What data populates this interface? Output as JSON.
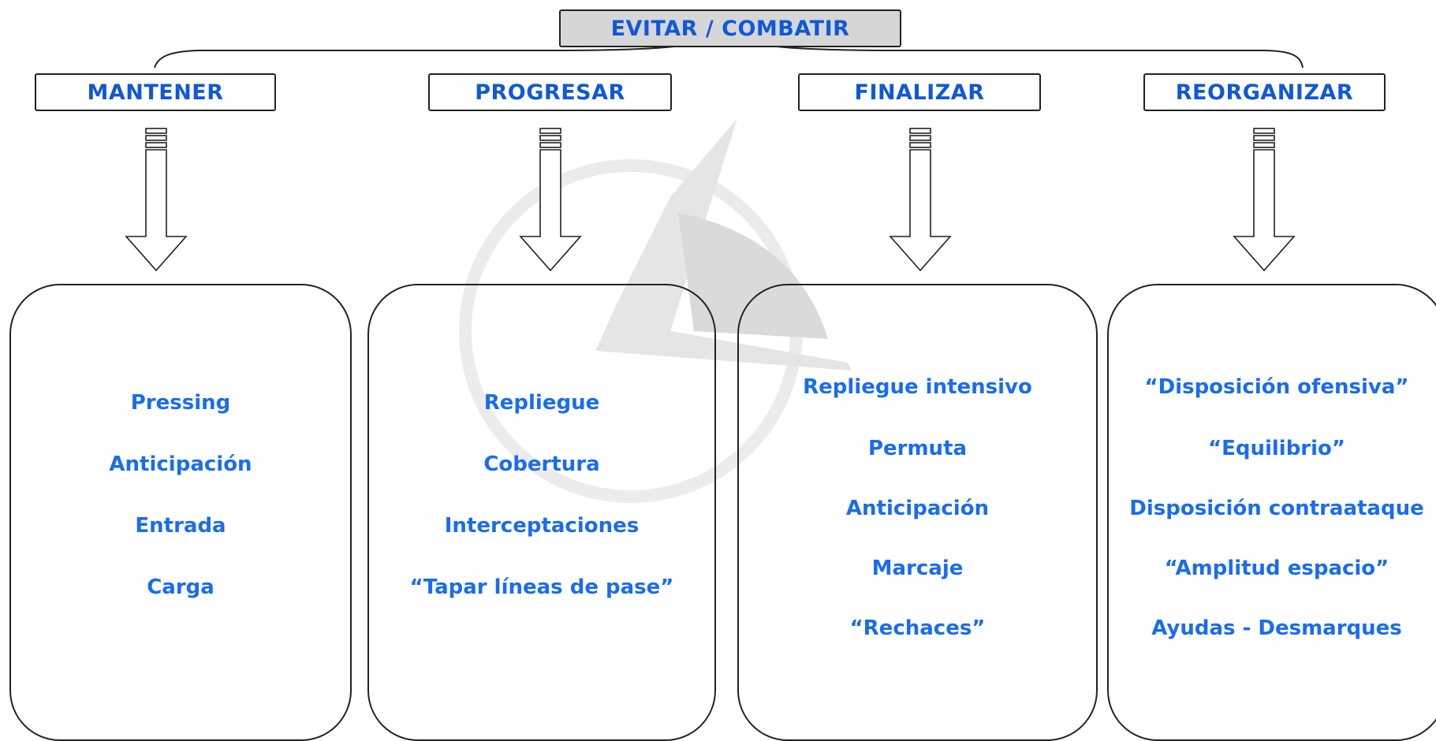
{
  "root": {
    "label": "EVITAR / COMBATIR"
  },
  "categories": [
    {
      "label": "MANTENER"
    },
    {
      "label": "PROGRESAR"
    },
    {
      "label": "FINALIZAR"
    },
    {
      "label": "REORGANIZAR"
    }
  ],
  "panels": [
    {
      "items": [
        "Pressing",
        "Anticipación",
        "Entrada",
        "Carga"
      ]
    },
    {
      "items": [
        "Repliegue",
        "Cobertura",
        "Interceptaciones",
        "“Tapar líneas de pase”"
      ]
    },
    {
      "items": [
        "Repliegue intensivo",
        "Permuta",
        "Anticipación",
        "Marcaje",
        "“Rechaces”"
      ]
    },
    {
      "items": [
        "“Disposición ofensiva”",
        "“Equilibrio”",
        "Disposición contraataque",
        "“Amplitud espacio”",
        "Ayudas - Desmarques"
      ]
    }
  ],
  "colors": {
    "text_blue": "#1a6cf0",
    "root_fill": "#d6d6d6",
    "outline": "#222222"
  }
}
